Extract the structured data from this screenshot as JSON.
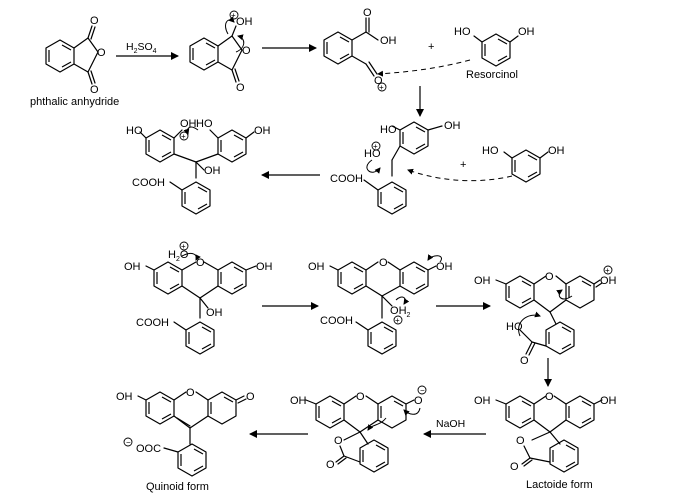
{
  "labels": {
    "phthalic_anhydride": "phthalic anhydride",
    "resorcinol": "Resorcinol",
    "lactoide_form": "Lactoide form",
    "quinoid_form": "Quinoid form",
    "h2so4_H": "H",
    "h2so4_2": "2",
    "h2so4_SO": "SO",
    "h2so4_4": "4",
    "naoh": "NaOH",
    "plus": "+"
  },
  "atoms": {
    "O": "O",
    "OH": "OH",
    "HO": "HO",
    "COOH": "COOH",
    "H": "H",
    "H2": "H",
    "two": "2",
    "HOc": "HO",
    "OOC": "OOC",
    "Ominus": "O"
  },
  "charges": {
    "pos": "+",
    "neg": "−"
  }
}
